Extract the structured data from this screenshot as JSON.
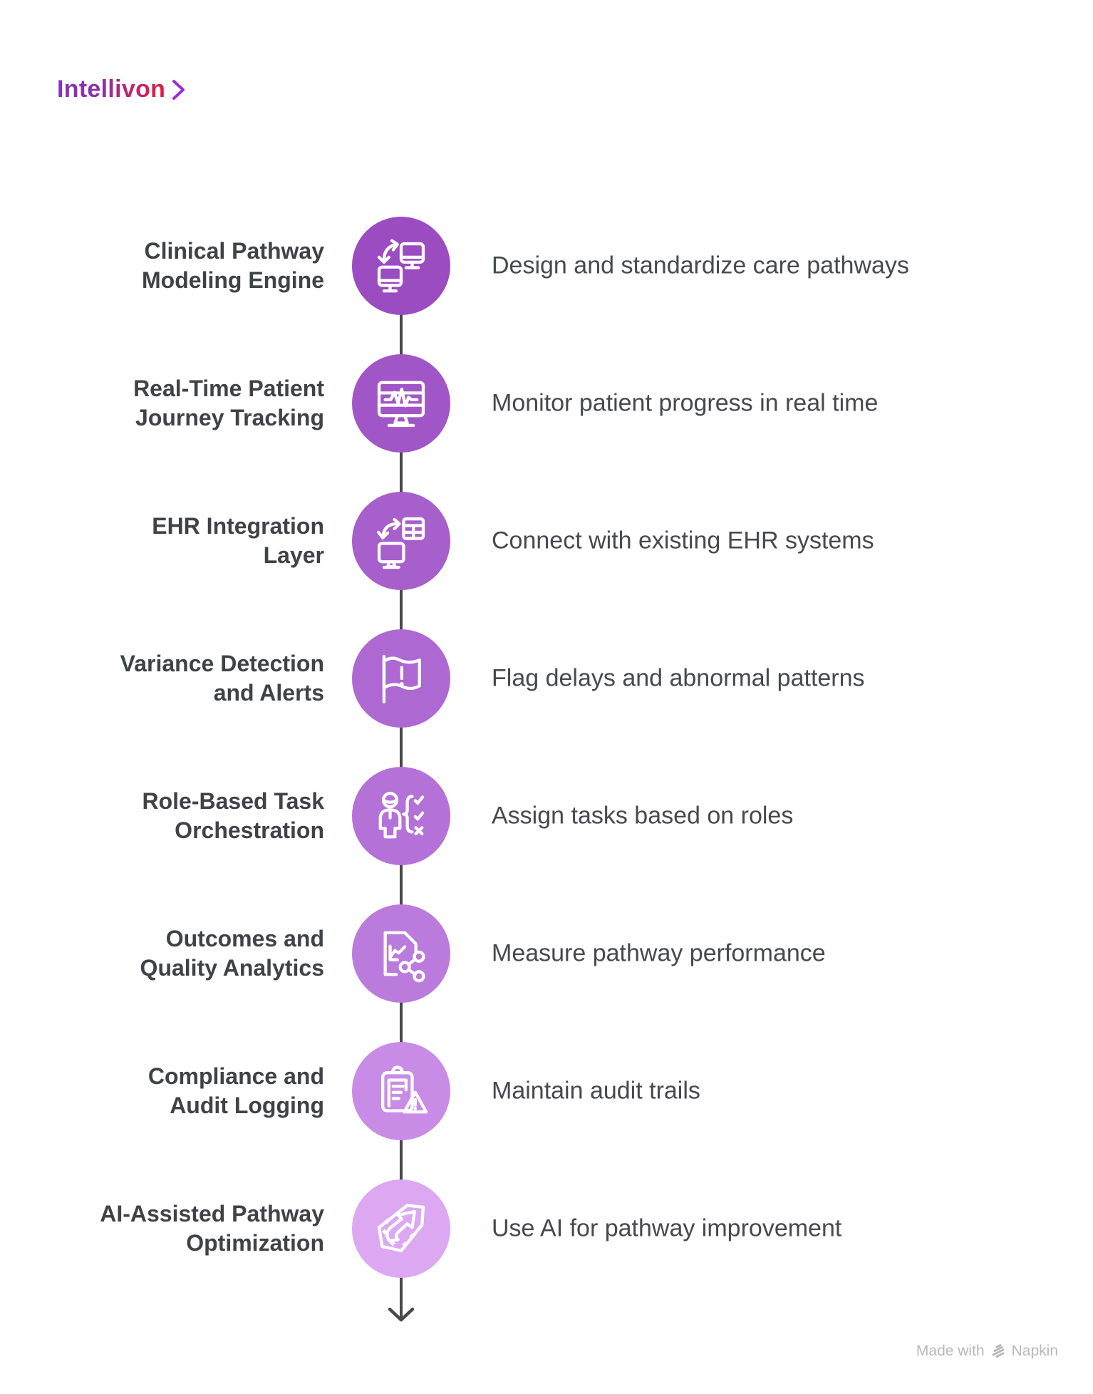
{
  "logo": {
    "text": "Intellivon",
    "gradient_from": "#8436B6",
    "gradient_to": "#E11D48",
    "chevron_color": "#9A2FD1"
  },
  "timeline": {
    "connector_color": "#47484A",
    "items": [
      {
        "title": "Clinical Pathway Modeling Engine",
        "title_lines": [
          "Clinical Pathway",
          "Modeling Engine"
        ],
        "description": "Design and standardize care pathways",
        "icon": "sync-monitors-icon",
        "circle_color": "#9A4CC0"
      },
      {
        "title": "Real-Time Patient Journey Tracking",
        "title_lines": [
          "Real-Time Patient",
          "Journey Tracking"
        ],
        "description": "Monitor patient progress in real time",
        "icon": "monitor-heartbeat-icon",
        "circle_color": "#A156C7"
      },
      {
        "title": "EHR Integration Layer",
        "title_lines": [
          "EHR Integration",
          "Layer"
        ],
        "description": "Connect with existing EHR systems",
        "icon": "sync-data-monitor-icon",
        "circle_color": "#A75FCC"
      },
      {
        "title": "Variance Detection and Alerts",
        "title_lines": [
          "Variance Detection",
          "and Alerts"
        ],
        "description": "Flag delays and abnormal patterns",
        "icon": "alert-flag-icon",
        "circle_color": "#AE68D2"
      },
      {
        "title": "Role-Based Task Orchestration",
        "title_lines": [
          "Role-Based Task",
          "Orchestration"
        ],
        "description": "Assign tasks based on roles",
        "icon": "person-task-list-icon",
        "circle_color": "#B471D7"
      },
      {
        "title": "Outcomes and Quality Analytics",
        "title_lines": [
          "Outcomes and",
          "Quality Analytics"
        ],
        "description": "Measure pathway performance",
        "icon": "document-analytics-share-icon",
        "circle_color": "#BB7BDD"
      },
      {
        "title": "Compliance and Audit Logging",
        "title_lines": [
          "Compliance and",
          "Audit Logging"
        ],
        "description": "Maintain audit trails",
        "icon": "clipboard-warning-icon",
        "circle_color": "#C98CE6"
      },
      {
        "title": "AI-Assisted Pathway Optimization",
        "title_lines": [
          "AI-Assisted Pathway",
          "Optimization"
        ],
        "description": "Use AI for pathway improvement",
        "icon": "ai-optimization-arrow-icon",
        "circle_color": "#DBA8F1"
      }
    ]
  },
  "footer": {
    "prefix": "Made with",
    "brand": "Napkin",
    "color": "#B9B9B9"
  },
  "colors": {
    "title_text": "#3F4347",
    "description_text": "#46494E",
    "background": "#FFFFFF"
  }
}
